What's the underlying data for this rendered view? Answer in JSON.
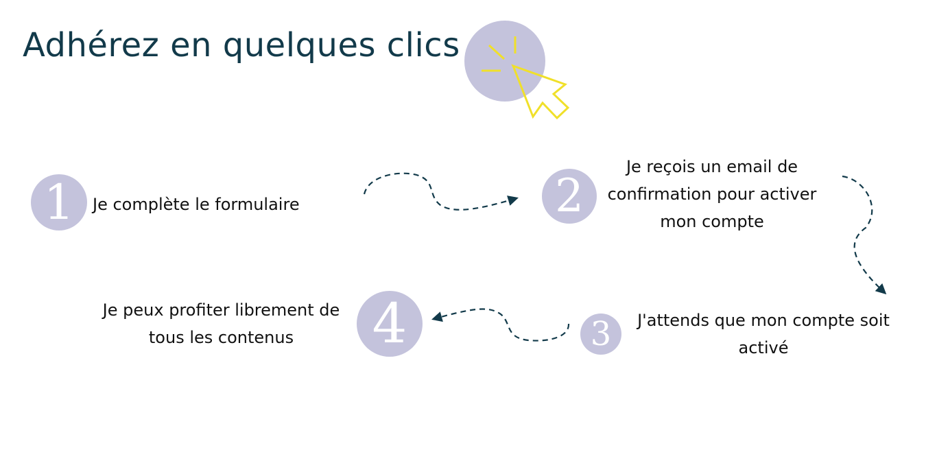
{
  "title": "Adhérez en quelques clics",
  "colors": {
    "title": "#123a4a",
    "circle": "#c4c3dc",
    "arrow": "#123a4a",
    "cursor": "#f0e02a"
  },
  "icons": {
    "header": "click-cursor-icon"
  },
  "steps": [
    {
      "number": "1",
      "text": "Je complète le formulaire"
    },
    {
      "number": "2",
      "text": "Je reçois un email de confirmation pour activer mon compte"
    },
    {
      "number": "3",
      "text": "J'attends que mon compte soit activé"
    },
    {
      "number": "4",
      "text": "Je peux profiter librement de tous les contenus"
    }
  ]
}
